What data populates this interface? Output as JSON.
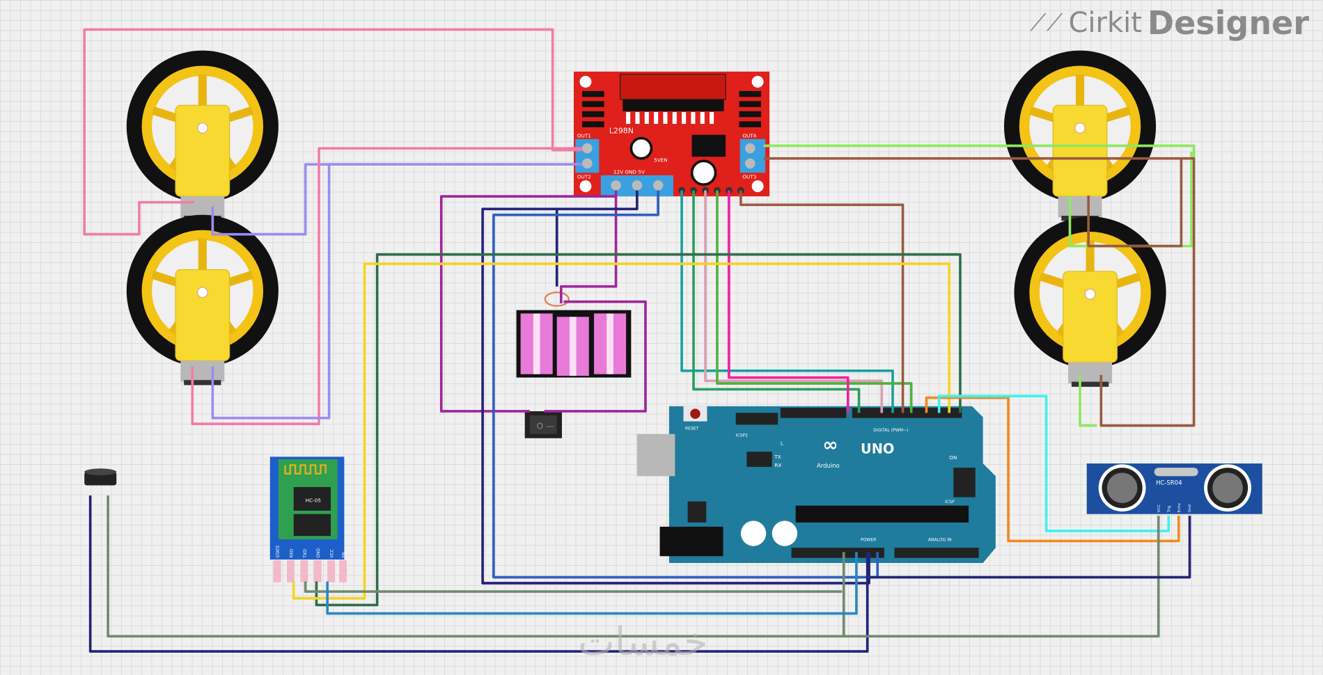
{
  "brand": {
    "name_light": "Cirkit",
    "name_bold": "Designer",
    "icon": "circuit-traces-icon"
  },
  "watermark": "خمسات",
  "components": {
    "driver": {
      "name": "L298N",
      "out1": "OUT1",
      "out2": "OUT2",
      "out3": "OUT3",
      "out4": "OUT4",
      "power_pins": "12V  GND  5V",
      "jumper": "5VEN",
      "color": "#e0201b"
    },
    "arduino": {
      "brand": "Arduino",
      "model": "UNO",
      "reset": "RESET",
      "icsp2": "ICSP2",
      "icsp": "ICSP",
      "led_l": "L",
      "led_tx": "TX",
      "led_rx": "RX",
      "led_on": "ON",
      "digital": "DIGITAL (PWM~)",
      "power": "POWER",
      "analog": "ANALOG IN",
      "color": "#1f7c9c"
    },
    "bluetooth": {
      "name": "HC-05",
      "pins": [
        "STATE",
        "RXD",
        "TXD",
        "GND",
        "VCC",
        "EN"
      ]
    },
    "ultrasonic": {
      "name": "HC-SR04",
      "pins": [
        "VCC",
        "Trig",
        "Echo",
        "Gnd"
      ]
    },
    "battery": {
      "cells": 3
    },
    "switch": {
      "symbols": "O  —"
    },
    "motors": 4,
    "buzzer": 1
  },
  "wire_colors": {
    "pink": "#f27ca8",
    "lavender": "#9b8cf0",
    "lime": "#8fe860",
    "brown": "#9a5a40",
    "magenta": "#a0259a",
    "navy": "#23237a",
    "blue": "#2f5fc0",
    "dkgreen": "#2d6e4a",
    "yellow": "#f7d320",
    "grey": "#6f8a6f",
    "sky": "#2a86c0",
    "orange": "#f08a20",
    "cyan": "#3ff0f0",
    "teal": "#1aa0a0",
    "green": "#27a060",
    "rose": "#d9a0b0",
    "green2": "#50b040",
    "hotpink": "#f020a0"
  }
}
